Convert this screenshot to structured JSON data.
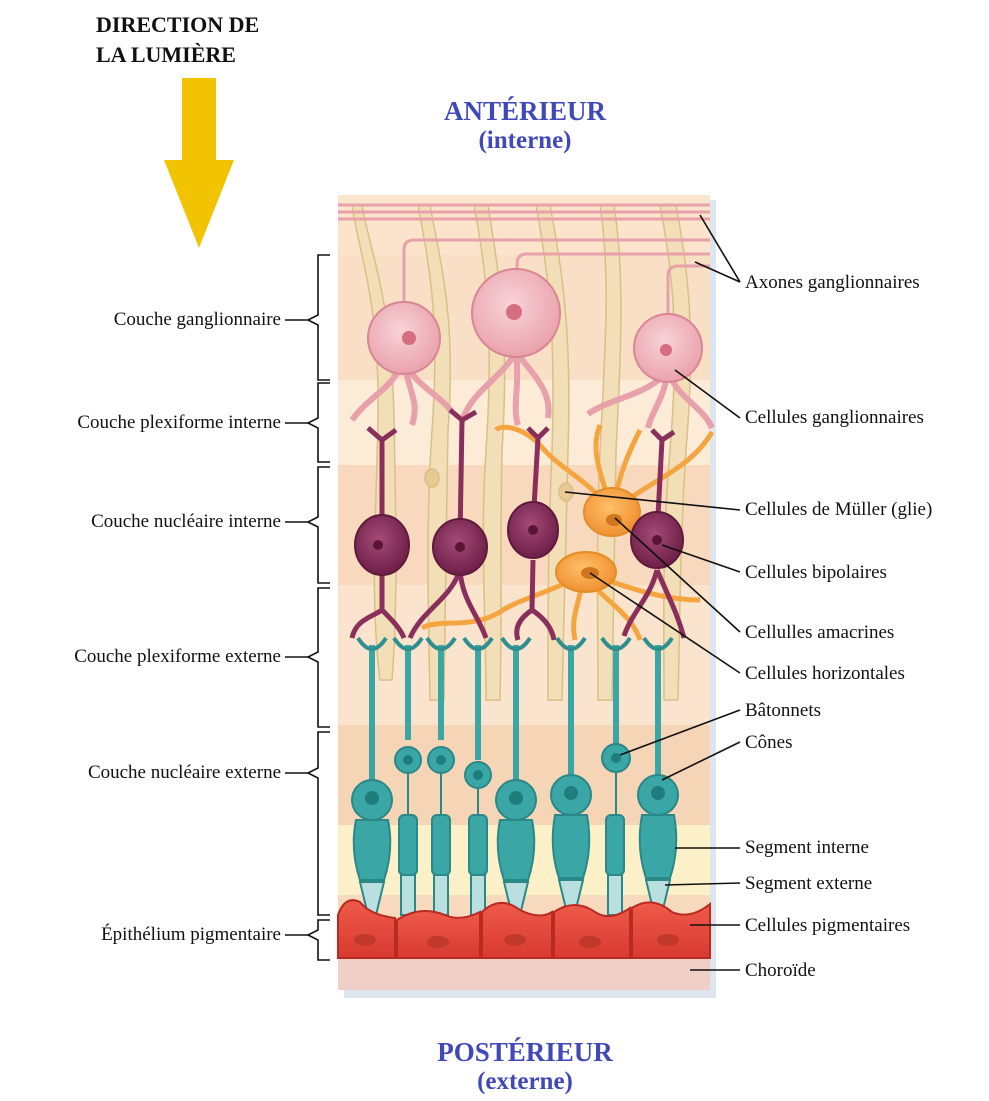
{
  "light_direction": {
    "line1": "DIRECTION DE",
    "line2": "LA LUMIÈRE"
  },
  "orientation": {
    "anterior": "ANTÉRIEUR",
    "anterior_sub": "(interne)",
    "posterior": "POSTÉRIEUR",
    "posterior_sub": "(externe)"
  },
  "layers": [
    "Couche ganglionnaire",
    "Couche plexiforme interne",
    "Couche nucléaire interne",
    "Couche plexiforme externe",
    "Couche nucléaire externe",
    "Épithélium pigmentaire"
  ],
  "structures": [
    "Axones ganglionnaires",
    "Cellules ganglionnaires",
    "Cellules de Müller (glie)",
    "Cellules bipolaires",
    "Cellulles amacrines",
    "Cellules horizontales",
    "Bâtonnets",
    "Cônes",
    "Segment interne",
    "Segment externe",
    "Cellules pigmentaires",
    "Choroïde"
  ],
  "colors": {
    "arrow": "#f2c300",
    "orientation_text": "#3f49b8",
    "ganglion": "#f1b9c0",
    "bipolar": "#8a2f5c",
    "amacrine": "#f5a540",
    "muller": "#f2dfb7",
    "rod_cone": "#3aa6a6",
    "pigment": "#e0493e"
  }
}
